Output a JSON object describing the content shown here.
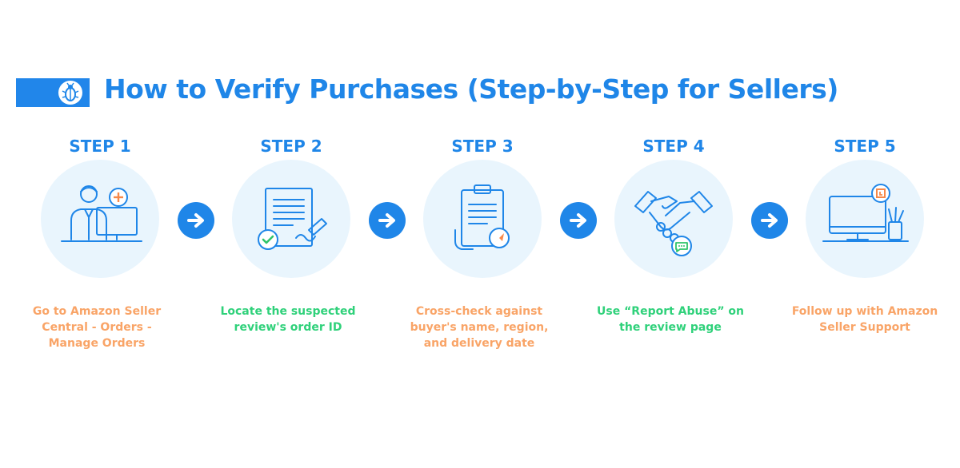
{
  "header": {
    "title": "How to Verify Purchases (Step-by-Step for Sellers)",
    "logo_icon": "bug-icon"
  },
  "colors": {
    "primary": "#1f86e8",
    "circle_bg": "#e9f5fd",
    "orange_text": "#f9a467",
    "green_text": "#2fd17a",
    "accent_orange": "#f7894a",
    "accent_green": "#2fc46a"
  },
  "steps": [
    {
      "label": "STEP 1",
      "icon": "seller-computer-icon",
      "lines": [
        "Go to Amazon Seller",
        "Central - Orders -",
        "Manage Orders"
      ]
    },
    {
      "label": "STEP 2",
      "icon": "document-sign-icon",
      "lines": [
        "Locate the suspected",
        "review's order ID"
      ]
    },
    {
      "label": "STEP 3",
      "icon": "clipboard-check-icon",
      "lines": [
        "Cross-check against",
        "buyer's name, region,",
        "and delivery date"
      ]
    },
    {
      "label": "STEP 4",
      "icon": "handshake-icon",
      "lines": [
        "Use “Report Abuse” on",
        "the review page"
      ]
    },
    {
      "label": "STEP 5",
      "icon": "desktop-support-icon",
      "lines": [
        "Follow up with Amazon",
        "Seller Support"
      ]
    }
  ]
}
